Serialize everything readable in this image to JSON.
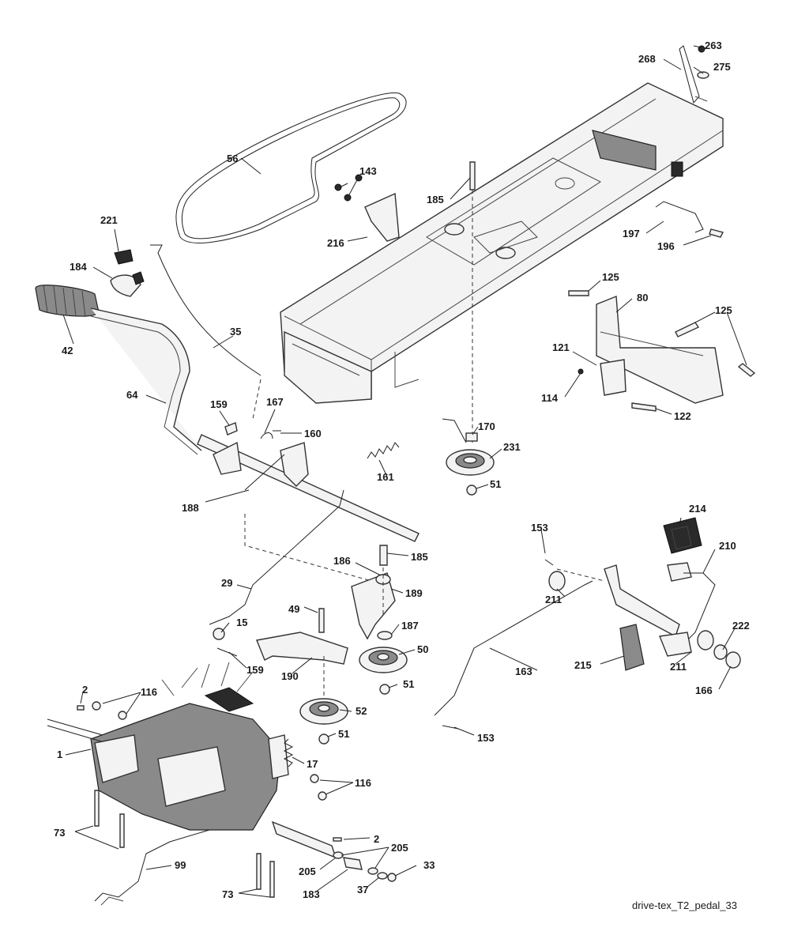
{
  "caption": "drive-tex_T2_pedal_33",
  "callouts": [
    {
      "id": "263",
      "text": "263"
    },
    {
      "id": "268",
      "text": "268"
    },
    {
      "id": "275",
      "text": "275"
    },
    {
      "id": "56",
      "text": "56"
    },
    {
      "id": "143",
      "text": "143"
    },
    {
      "id": "185a",
      "text": "185"
    },
    {
      "id": "216",
      "text": "216"
    },
    {
      "id": "221",
      "text": "221"
    },
    {
      "id": "184",
      "text": "184"
    },
    {
      "id": "197",
      "text": "197"
    },
    {
      "id": "196",
      "text": "196"
    },
    {
      "id": "42",
      "text": "42"
    },
    {
      "id": "125a",
      "text": "125"
    },
    {
      "id": "80",
      "text": "80"
    },
    {
      "id": "125b",
      "text": "125"
    },
    {
      "id": "35",
      "text": "35"
    },
    {
      "id": "121",
      "text": "121"
    },
    {
      "id": "114",
      "text": "114"
    },
    {
      "id": "122",
      "text": "122"
    },
    {
      "id": "64",
      "text": "64"
    },
    {
      "id": "159a",
      "text": "159"
    },
    {
      "id": "167",
      "text": "167"
    },
    {
      "id": "160",
      "text": "160"
    },
    {
      "id": "170",
      "text": "170"
    },
    {
      "id": "231",
      "text": "231"
    },
    {
      "id": "161",
      "text": "161"
    },
    {
      "id": "51a",
      "text": "51"
    },
    {
      "id": "188",
      "text": "188"
    },
    {
      "id": "214",
      "text": "214"
    },
    {
      "id": "153a",
      "text": "153"
    },
    {
      "id": "210",
      "text": "210"
    },
    {
      "id": "185b",
      "text": "185"
    },
    {
      "id": "186",
      "text": "186"
    },
    {
      "id": "189",
      "text": "189"
    },
    {
      "id": "29",
      "text": "29"
    },
    {
      "id": "49",
      "text": "49"
    },
    {
      "id": "211a",
      "text": "211"
    },
    {
      "id": "15",
      "text": "15"
    },
    {
      "id": "187",
      "text": "187"
    },
    {
      "id": "222",
      "text": "222"
    },
    {
      "id": "50",
      "text": "50"
    },
    {
      "id": "159b",
      "text": "159"
    },
    {
      "id": "190",
      "text": "190"
    },
    {
      "id": "163",
      "text": "163"
    },
    {
      "id": "215",
      "text": "215"
    },
    {
      "id": "211b",
      "text": "211"
    },
    {
      "id": "51b",
      "text": "51"
    },
    {
      "id": "166",
      "text": "166"
    },
    {
      "id": "2a",
      "text": "2"
    },
    {
      "id": "116a",
      "text": "116"
    },
    {
      "id": "52",
      "text": "52"
    },
    {
      "id": "51c",
      "text": "51"
    },
    {
      "id": "153b",
      "text": "153"
    },
    {
      "id": "1",
      "text": "1"
    },
    {
      "id": "17",
      "text": "17"
    },
    {
      "id": "116b",
      "text": "116"
    },
    {
      "id": "2b",
      "text": "2"
    },
    {
      "id": "205a",
      "text": "205"
    },
    {
      "id": "73a",
      "text": "73"
    },
    {
      "id": "33",
      "text": "33"
    },
    {
      "id": "99",
      "text": "99"
    },
    {
      "id": "205b",
      "text": "205"
    },
    {
      "id": "37",
      "text": "37"
    },
    {
      "id": "183",
      "text": "183"
    },
    {
      "id": "73b",
      "text": "73"
    }
  ]
}
